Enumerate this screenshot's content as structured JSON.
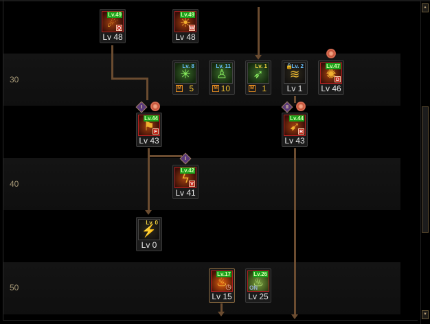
{
  "level_rows": [
    {
      "label": "30"
    },
    {
      "label": "40"
    },
    {
      "label": "50"
    }
  ],
  "skills": [
    {
      "id": "s1",
      "name": "skill-top-left",
      "badge": "Lv.49",
      "badge_style": "green",
      "key": "Q",
      "level_text": "Lv 48",
      "icon": "whirl-strike-icon",
      "glyph": "☄",
      "style": "red"
    },
    {
      "id": "s2",
      "name": "skill-top-mid",
      "badge": "Lv.49",
      "badge_style": "green",
      "key": "W",
      "level_text": "Lv 48",
      "icon": "roar-icon",
      "glyph": "☀",
      "style": "red"
    },
    {
      "id": "s3",
      "name": "skill-burst",
      "badge": "Lv. 8",
      "badge_style": "blue",
      "m_value": "5",
      "icon": "burst-icon",
      "glyph": "✳",
      "style": "green"
    },
    {
      "id": "s4",
      "name": "skill-body",
      "badge": "Lv. 11",
      "badge_style": "blue",
      "m_value": "10",
      "icon": "body-icon",
      "glyph": "♙",
      "style": "green"
    },
    {
      "id": "s5",
      "name": "skill-dash",
      "badge": "Lv. 1",
      "badge_style": "yellow",
      "m_value": "1",
      "icon": "dash-icon",
      "glyph": "➶",
      "style": "green"
    },
    {
      "id": "s6",
      "name": "skill-locked-slide",
      "badge": "Lv. 2",
      "badge_style": "blue",
      "locked": true,
      "level_text": "Lv 1",
      "icon": "slide-icon",
      "glyph": "≋",
      "style": "dgold"
    },
    {
      "id": "s7",
      "name": "skill-combo",
      "badge": "Lv.47",
      "badge_style": "green",
      "key": "D",
      "level_text": "Lv 46",
      "icon": "combo-icon",
      "glyph": "✺",
      "style": "red"
    },
    {
      "id": "s8",
      "name": "skill-kick-f",
      "badge": "Lv.44",
      "badge_style": "green",
      "key": "F",
      "level_text": "Lv 43",
      "icon": "kick-icon",
      "glyph": "⚑",
      "style": "red"
    },
    {
      "id": "s9",
      "name": "skill-kick-r",
      "badge": "Lv.44",
      "badge_style": "green",
      "key": "R",
      "level_text": "Lv 43",
      "icon": "flying-kick-icon",
      "glyph": "➹",
      "style": "red"
    },
    {
      "id": "s10",
      "name": "skill-lightning",
      "badge": "Lv.42",
      "badge_style": "green",
      "key": "V",
      "level_text": "Lv 41",
      "icon": "lightning-icon",
      "glyph": "ϟ",
      "style": "red"
    },
    {
      "id": "s11",
      "name": "skill-shatter",
      "badge": "Lv. 0",
      "badge_style": "yellow",
      "level_text": "Lv 0",
      "icon": "shatter-icon",
      "glyph": "⚡",
      "style": "dgold"
    },
    {
      "id": "s12",
      "name": "skill-flame",
      "badge": "Lv.17",
      "badge_style": "green",
      "level_text": "Lv 15",
      "icon": "flame-spirit-icon",
      "glyph": "♨",
      "style": "fire",
      "clock": true,
      "selected": true
    },
    {
      "id": "s13",
      "name": "skill-toxic",
      "badge": "Lv.26",
      "badge_style": "green",
      "level_text": "Lv 25",
      "icon": "toxic-spirit-icon",
      "glyph": "♨",
      "style": "fireg",
      "toggle": "ON"
    }
  ],
  "runes": [
    {
      "label": "I"
    },
    {
      "label": "II"
    },
    {
      "label": "I"
    }
  ],
  "m_label": "M",
  "scroll_up": "▲",
  "scroll_down": "▼",
  "clock_glyph": "◷",
  "lock_glyph": "🔒"
}
